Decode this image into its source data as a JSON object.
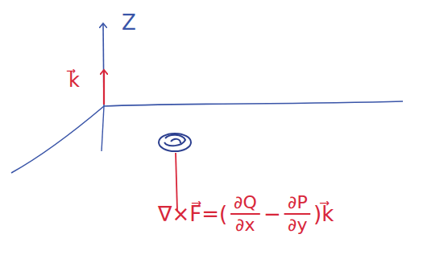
{
  "diagram": {
    "labels": [
      "Z",
      "k⃗",
      "∇×F⃗=(",
      "∂Q",
      "∂x",
      "−",
      "∂P",
      "∂y",
      ")k⃗"
    ]
  }
}
